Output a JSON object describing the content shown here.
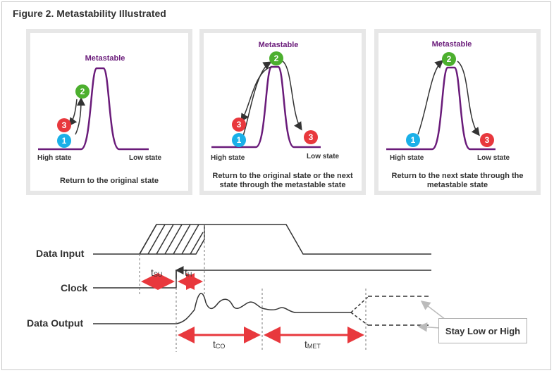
{
  "figure_title": "Figure 2. Metastability Illustrated",
  "panels": [
    {
      "metastable_label": "Metastable",
      "high_state": "High state",
      "low_state": "Low state",
      "caption": "Return to the original state",
      "markers": [
        "1",
        "2",
        "3"
      ]
    },
    {
      "metastable_label": "Metastable",
      "high_state": "High state",
      "low_state": "Low state",
      "caption": "Return to the original state or the next state through the metastable state",
      "markers": [
        "1",
        "2",
        "3",
        "3"
      ]
    },
    {
      "metastable_label": "Metastable",
      "high_state": "High state",
      "low_state": "Low state",
      "caption": "Return to the next state through the metastable state",
      "markers": [
        "1",
        "2",
        "3"
      ]
    }
  ],
  "timing": {
    "signals": [
      "Data Input",
      "Clock",
      "Data Output"
    ],
    "labels": {
      "tsu_main": "t",
      "tsu_sub": "SU",
      "th_main": "t",
      "th_sub": "H",
      "tco_main": "t",
      "tco_sub": "CO",
      "tmet_main": "t",
      "tmet_sub": "MET"
    },
    "callout": "Stay Low or High"
  },
  "colors": {
    "curve": "#6a1b7a",
    "marker_blue": "#1ab0e8",
    "marker_green": "#4caf2e",
    "marker_red": "#e8383d",
    "arrow_red": "#e8383d",
    "line": "#333333"
  }
}
